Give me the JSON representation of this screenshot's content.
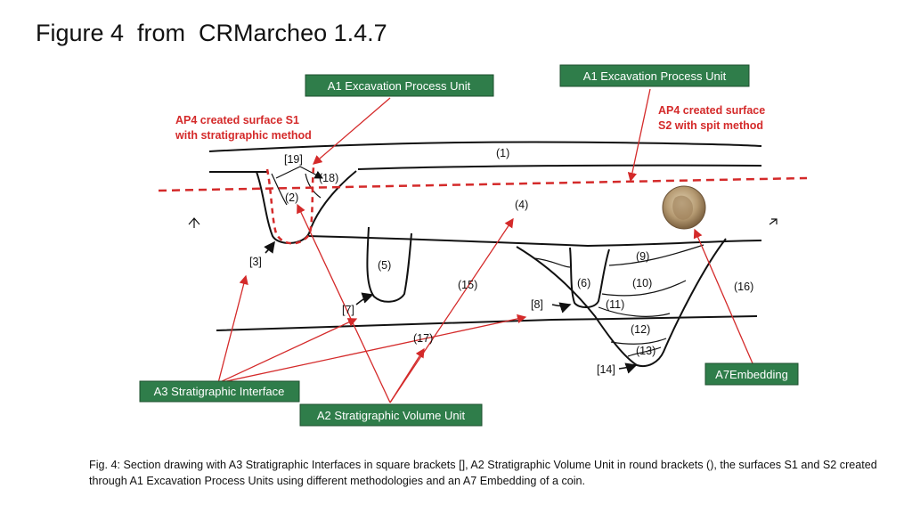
{
  "title": "Figure 4  from  CRMarcheo 1.4.7",
  "boxes": {
    "a1_left": "A1 Excavation Process Unit",
    "a1_right": "A1 Excavation Process Unit",
    "a3": "A3 Stratigraphic Interface",
    "a2": "A2 Stratigraphic Volume Unit",
    "a7": "A7Embedding"
  },
  "annotations": {
    "ap4_s1_line1": "AP4 created surface S1",
    "ap4_s1_line2": "with stratigraphic method",
    "ap4_s2_line1": "AP4 created surface",
    "ap4_s2_line2": "S2 with spit method"
  },
  "units": {
    "u1": "(1)",
    "u2": "(2)",
    "u3": "[3]",
    "u4": "(4)",
    "u5": "(5)",
    "u6": "(6)",
    "u7": "[7]",
    "u8": "[8]",
    "u9": "(9)",
    "u10": "(10)",
    "u11": "(11)",
    "u12": "(12)",
    "u13": "(13)",
    "u14": "[14]",
    "u15": "(15)",
    "u16": "(16)",
    "u17": "(17)",
    "u18": "(18)",
    "u19": "[19]"
  },
  "caption": "Fig. 4: Section drawing with A3 Stratigraphic Interfaces in square brackets [], A2 Stratigraphic Volume Unit in round brackets (), the surfaces S1 and S2 created through A1 Excavation Process Units using different methodologies and an A7 Embedding of a coin.",
  "colors": {
    "box_green": "#2f7d4a",
    "annotation_red": "#d42a2a",
    "coin": "#b59a72"
  }
}
